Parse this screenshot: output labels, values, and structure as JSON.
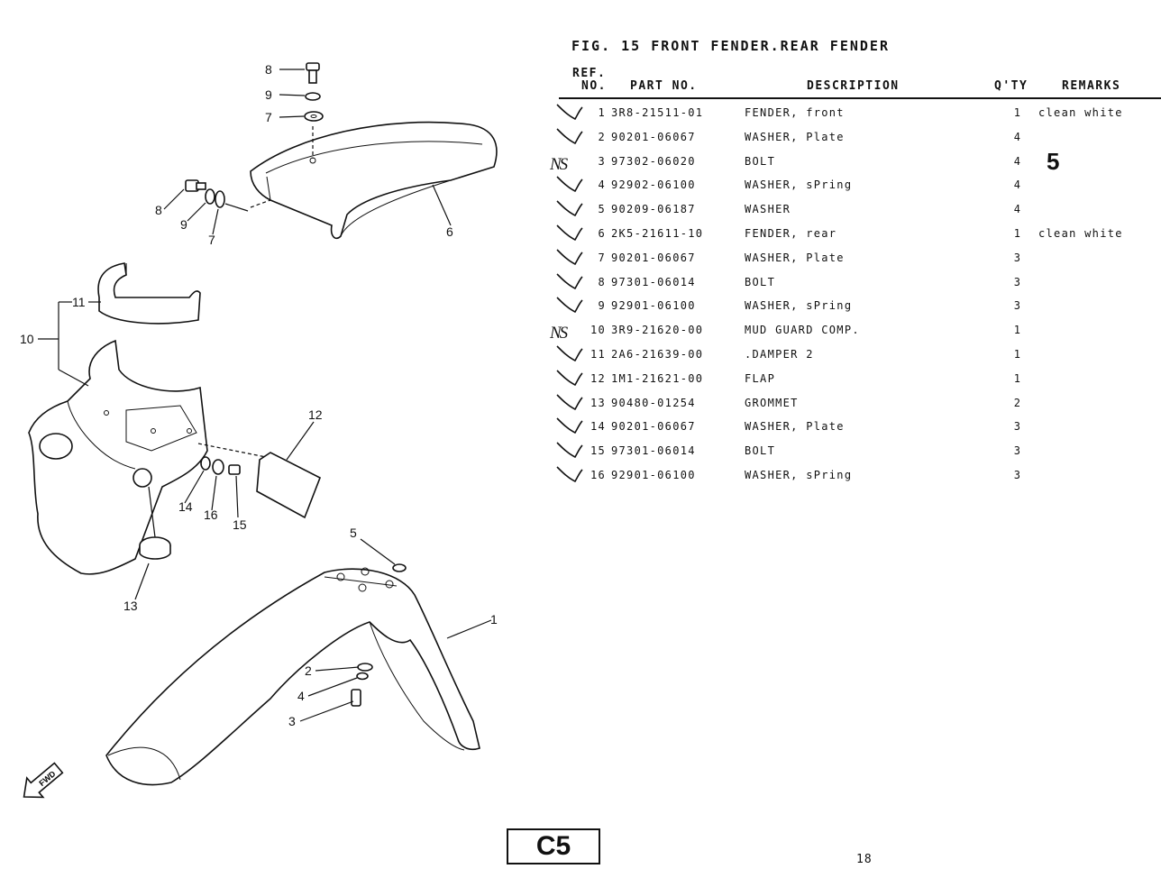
{
  "figure_title": "FIG. 15  FRONT FENDER.REAR FENDER",
  "headers": {
    "ref_line1": "REF.",
    "ref_line2": "NO.",
    "part_no": "PART NO.",
    "description": "DESCRIPTION",
    "qty": "Q'TY",
    "remarks": "REMARKS"
  },
  "rows": [
    {
      "ref": "1",
      "part_no": "3R8-21511-01",
      "description": "FENDER, front",
      "qty": "1",
      "remarks": "clean white",
      "mark": "tick"
    },
    {
      "ref": "2",
      "part_no": "90201-06067",
      "description": "WASHER, Plate",
      "qty": "4",
      "remarks": "",
      "mark": "tick"
    },
    {
      "ref": "3",
      "part_no": "97302-06020",
      "description": "BOLT",
      "qty": "4",
      "remarks": "",
      "mark": "NS"
    },
    {
      "ref": "4",
      "part_no": "92902-06100",
      "description": "WASHER, sPring",
      "qty": "4",
      "remarks": "",
      "mark": "tick"
    },
    {
      "ref": "5",
      "part_no": "90209-06187",
      "description": "WASHER",
      "qty": "4",
      "remarks": "",
      "mark": "tick"
    },
    {
      "ref": "6",
      "part_no": "2K5-21611-10",
      "description": "FENDER, rear",
      "qty": "1",
      "remarks": "clean white",
      "mark": "tick"
    },
    {
      "ref": "7",
      "part_no": "90201-06067",
      "description": "WASHER, Plate",
      "qty": "3",
      "remarks": "",
      "mark": "tick"
    },
    {
      "ref": "8",
      "part_no": "97301-06014",
      "description": "BOLT",
      "qty": "3",
      "remarks": "",
      "mark": "tick"
    },
    {
      "ref": "9",
      "part_no": "92901-06100",
      "description": "WASHER, sPring",
      "qty": "3",
      "remarks": "",
      "mark": "tick"
    },
    {
      "ref": "10",
      "part_no": "3R9-21620-00",
      "description": "MUD GUARD COMP.",
      "qty": "1",
      "remarks": "",
      "mark": "NS"
    },
    {
      "ref": "11",
      "part_no": "2A6-21639-00",
      "description": ".DAMPER 2",
      "qty": "1",
      "remarks": "",
      "mark": "tick"
    },
    {
      "ref": "12",
      "part_no": "1M1-21621-00",
      "description": "FLAP",
      "qty": "1",
      "remarks": "",
      "mark": "tick"
    },
    {
      "ref": "13",
      "part_no": "90480-01254",
      "description": "GROMMET",
      "qty": "2",
      "remarks": "",
      "mark": "tick"
    },
    {
      "ref": "14",
      "part_no": "90201-06067",
      "description": "WASHER, Plate",
      "qty": "3",
      "remarks": "",
      "mark": "tick"
    },
    {
      "ref": "15",
      "part_no": "97301-06014",
      "description": "BOLT",
      "qty": "3",
      "remarks": "",
      "mark": "tick"
    },
    {
      "ref": "16",
      "part_no": "92901-06100",
      "description": "WASHER, sPring",
      "qty": "3",
      "remarks": "",
      "mark": "tick"
    }
  ],
  "ns_mark": "NS",
  "handwritten_note": "5",
  "callouts": {
    "c1": "1",
    "c2": "2",
    "c3": "3",
    "c4": "4",
    "c5": "5",
    "c6": "6",
    "c7a": "7",
    "c7b": "7",
    "c8a": "8",
    "c8b": "8",
    "c9a": "9",
    "c9b": "9",
    "c10": "10",
    "c11": "11",
    "c12": "12",
    "c13": "13",
    "c14": "14",
    "c15": "15",
    "c16": "16"
  },
  "fwd_label": "FWD",
  "section_code": "C5",
  "page_number": "18"
}
